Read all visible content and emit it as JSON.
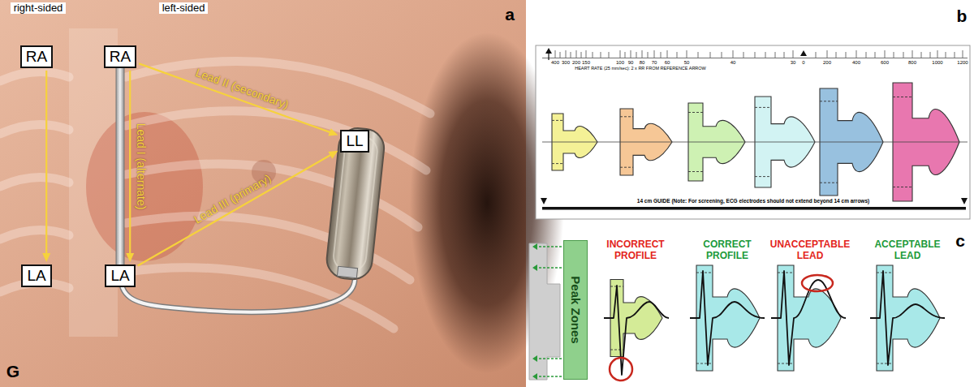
{
  "diagram": {
    "nodes": [
      {
        "text": [
          "RA"
        ]
      },
      {
        "text": [
          "LA"
        ]
      },
      {
        "text": [
          "RA"
        ]
      },
      {
        "text": [
          "LA"
        ]
      },
      {
        "text": [
          "LL"
        ]
      },
      {
        "text": [
          "Peak Zones"
        ]
      }
    ],
    "edges": [
      {
        "from": 0,
        "to": 1,
        "arrow": "to"
      },
      {
        "from": 2,
        "to": 3,
        "arrow": "to",
        "label": "Lead I (alternate)"
      },
      {
        "from": 2,
        "to": 4,
        "arrow": "to",
        "label": "Lead II (secondary)"
      },
      {
        "from": 3,
        "to": 4,
        "arrow": "to",
        "label": "Lead III (primary)"
      }
    ],
    "labels": [
      "right-sided",
      "left-sided",
      "a",
      "G",
      "b",
      "400",
      "300",
      "200",
      "150",
      "100",
      "90",
      "80",
      "70",
      "60",
      "50",
      "40",
      "30",
      "0",
      "200",
      "400",
      "600",
      "800",
      "1000",
      "1200",
      "HEART RATE (25 mm/sec): 2 x RR FROM REFERENCE ARROW",
      "14 cm GUIDE (Note: For screening, ECG electrodes should not extend beyond 14 cm arrows)",
      "c",
      "INCORRECT PROFILE",
      "CORRECT PROFILE",
      "UNACCEPTABLE LEAD",
      "ACCEPTABLE LEAD"
    ]
  }
}
